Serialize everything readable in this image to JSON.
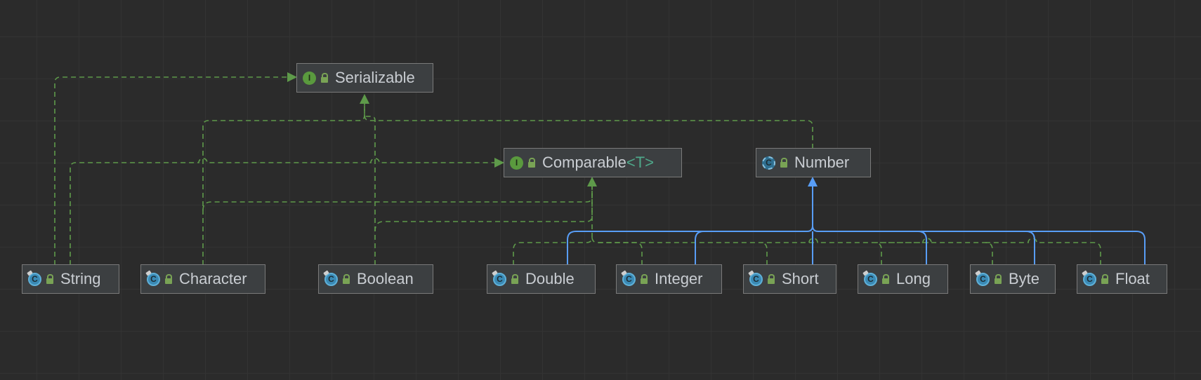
{
  "diagram": {
    "nodes": [
      {
        "id": "serializable",
        "label": "Serializable",
        "kind": "interface",
        "badge": "I"
      },
      {
        "id": "comparable",
        "label": "Comparable",
        "type_param": "<T>",
        "kind": "interface",
        "badge": "I"
      },
      {
        "id": "number",
        "label": "Number",
        "kind": "abstract-class",
        "badge": "C"
      },
      {
        "id": "string",
        "label": "String",
        "kind": "class",
        "badge": "C"
      },
      {
        "id": "character",
        "label": "Character",
        "kind": "class",
        "badge": "C"
      },
      {
        "id": "boolean",
        "label": "Boolean",
        "kind": "class",
        "badge": "C"
      },
      {
        "id": "double",
        "label": "Double",
        "kind": "class",
        "badge": "C"
      },
      {
        "id": "integer",
        "label": "Integer",
        "kind": "class",
        "badge": "C"
      },
      {
        "id": "short",
        "label": "Short",
        "kind": "class",
        "badge": "C"
      },
      {
        "id": "long",
        "label": "Long",
        "kind": "class",
        "badge": "C"
      },
      {
        "id": "byte",
        "label": "Byte",
        "kind": "class",
        "badge": "C"
      },
      {
        "id": "float",
        "label": "Float",
        "kind": "class",
        "badge": "C"
      }
    ],
    "relations": [
      {
        "from": "string",
        "to": "serializable",
        "type": "implements"
      },
      {
        "from": "character",
        "to": "serializable",
        "type": "implements"
      },
      {
        "from": "boolean",
        "to": "serializable",
        "type": "implements"
      },
      {
        "from": "number",
        "to": "serializable",
        "type": "implements"
      },
      {
        "from": "string",
        "to": "comparable",
        "type": "implements"
      },
      {
        "from": "character",
        "to": "comparable",
        "type": "implements"
      },
      {
        "from": "boolean",
        "to": "comparable",
        "type": "implements"
      },
      {
        "from": "double",
        "to": "comparable",
        "type": "implements"
      },
      {
        "from": "integer",
        "to": "comparable",
        "type": "implements"
      },
      {
        "from": "short",
        "to": "comparable",
        "type": "implements"
      },
      {
        "from": "long",
        "to": "comparable",
        "type": "implements"
      },
      {
        "from": "byte",
        "to": "comparable",
        "type": "implements"
      },
      {
        "from": "float",
        "to": "comparable",
        "type": "implements"
      },
      {
        "from": "double",
        "to": "number",
        "type": "extends"
      },
      {
        "from": "integer",
        "to": "number",
        "type": "extends"
      },
      {
        "from": "short",
        "to": "number",
        "type": "extends"
      },
      {
        "from": "long",
        "to": "number",
        "type": "extends"
      },
      {
        "from": "byte",
        "to": "number",
        "type": "extends"
      },
      {
        "from": "float",
        "to": "number",
        "type": "extends"
      }
    ],
    "colors": {
      "background": "#2b2b2b",
      "implements_line": "#5e9a4a",
      "extends_line": "#589df6",
      "node_fill": "#3c3f41",
      "node_border": "#7a7a7a",
      "text": "#c9cdd2"
    }
  }
}
